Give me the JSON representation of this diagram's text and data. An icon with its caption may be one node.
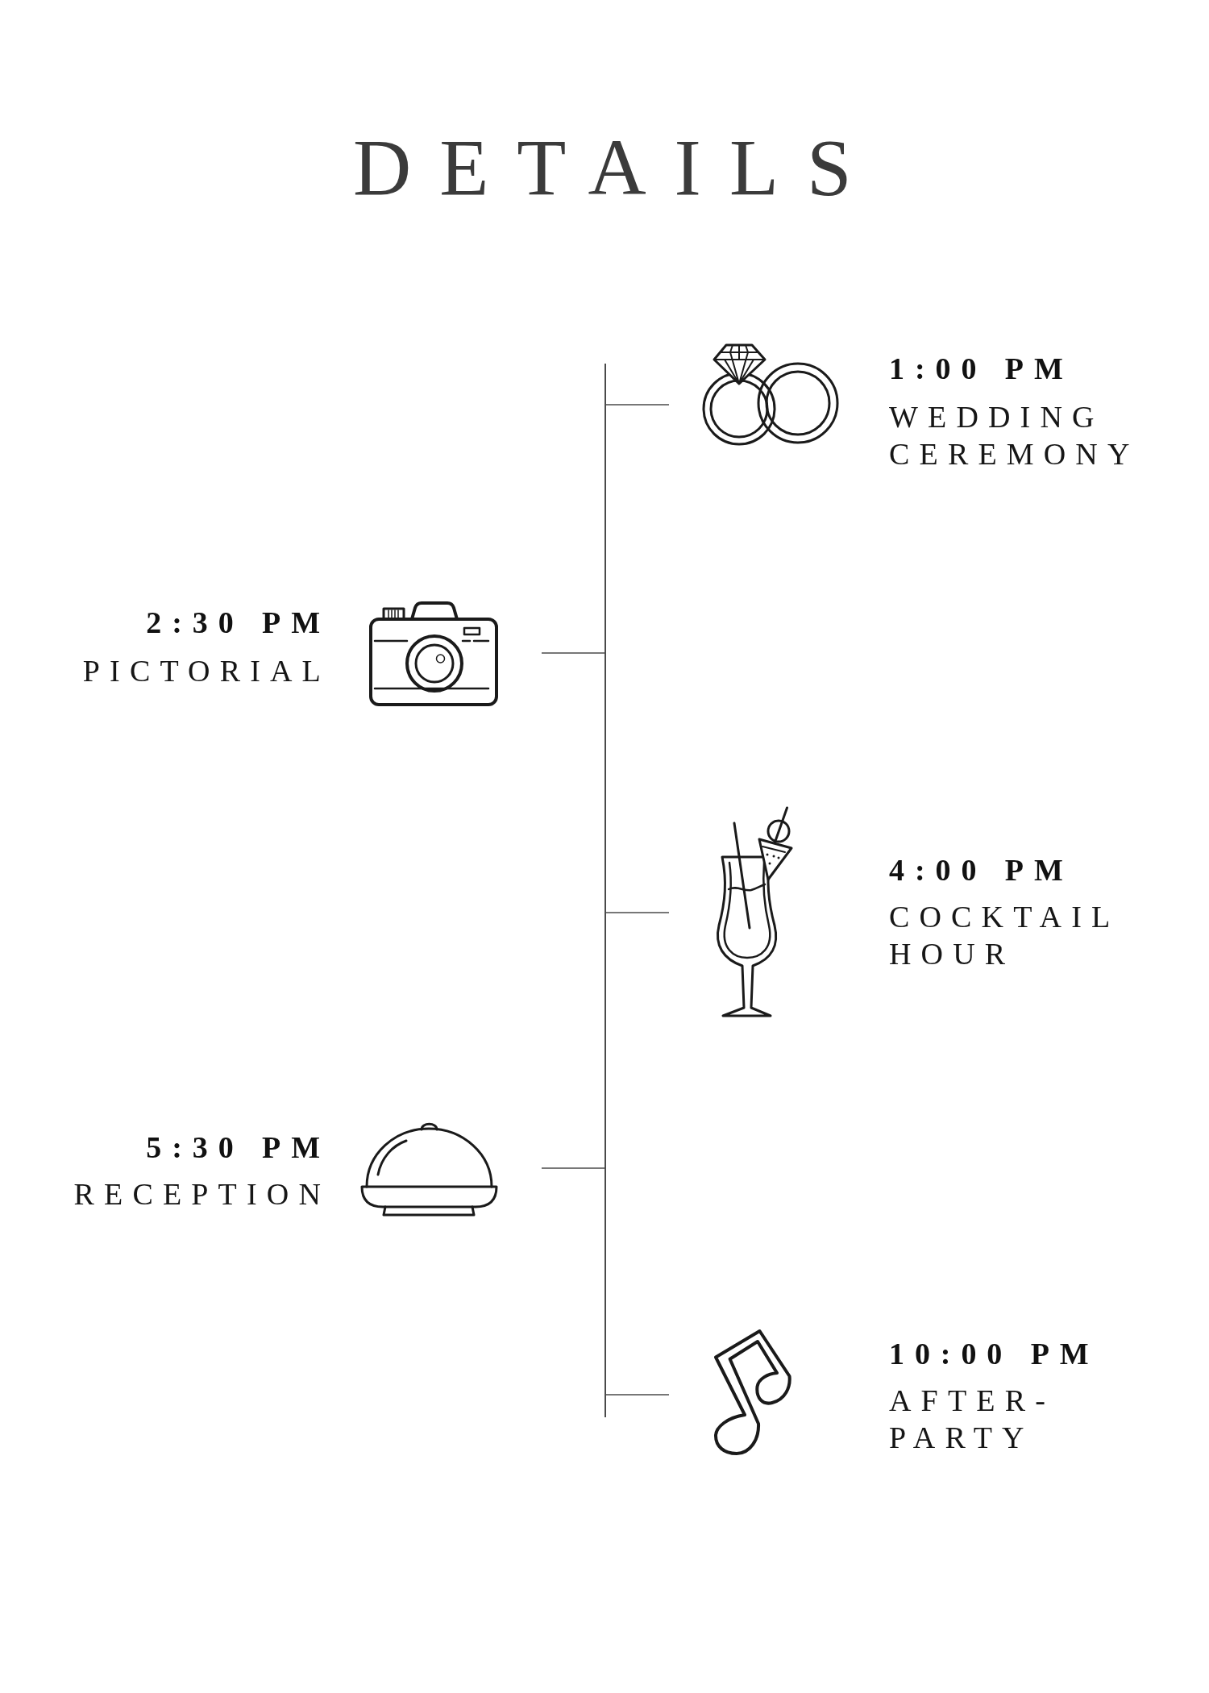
{
  "diagram": {
    "title": "DETAILS",
    "nodes": [
      {
        "text": [],
        "shape": "line"
      },
      {
        "text": [
          "1:00 PM",
          "WEDDING CEREMONY"
        ]
      },
      {
        "text": [
          "2:30 PM",
          "PICTORIAL"
        ]
      },
      {
        "text": [
          "4:00 PM",
          "COCKTAIL HOUR"
        ]
      },
      {
        "text": [
          "5:30 PM",
          "RECEPTION"
        ]
      },
      {
        "text": [
          "10:00 PM",
          "AFTER-PARTY"
        ]
      }
    ],
    "edges": [
      {
        "from": 0,
        "to": 1,
        "arrow": "none"
      },
      {
        "from": 0,
        "to": 2,
        "arrow": "none"
      },
      {
        "from": 0,
        "to": 3,
        "arrow": "none"
      },
      {
        "from": 0,
        "to": 4,
        "arrow": "none"
      },
      {
        "from": 0,
        "to": 5,
        "arrow": "none"
      }
    ]
  }
}
